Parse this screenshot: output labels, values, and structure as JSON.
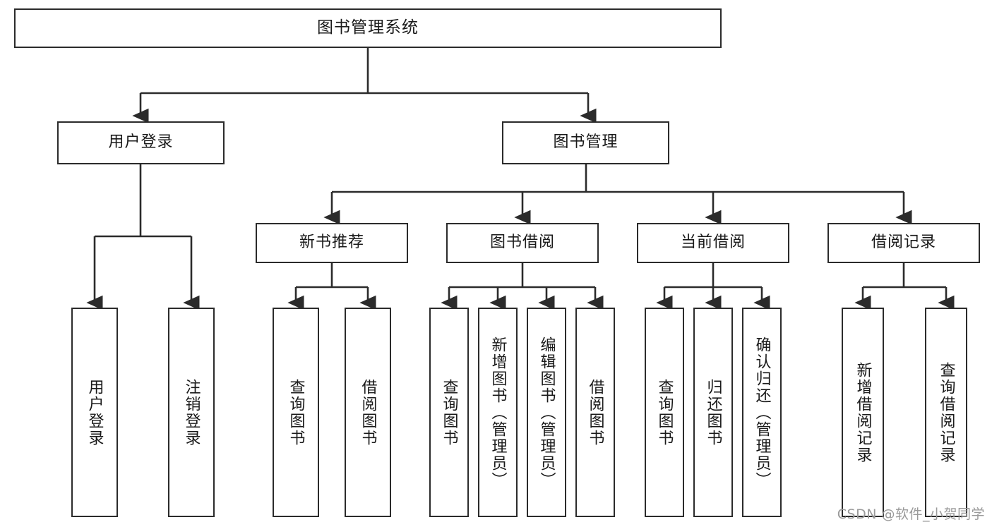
{
  "diagram": {
    "type": "tree",
    "title": "图书管理系统",
    "colors": {
      "box_border": "#2b2b2b",
      "box_fill": "#ffffff",
      "connector": "#2b2b2b",
      "text": "#1a1a1a",
      "watermark": "#9a9a9a",
      "background": "#ffffff"
    },
    "root": {
      "label": "图书管理系统"
    },
    "level2": [
      {
        "label": "用户登录"
      },
      {
        "label": "图书管理"
      }
    ],
    "level3": [
      {
        "label": "新书推荐"
      },
      {
        "label": "图书借阅"
      },
      {
        "label": "当前借阅"
      },
      {
        "label": "借阅记录"
      }
    ],
    "leaves": {
      "user_login": [
        {
          "label": "用户登录"
        },
        {
          "label": "注销登录"
        }
      ],
      "new_book_recommend": [
        {
          "label": "查询图书"
        },
        {
          "label": "借阅图书"
        }
      ],
      "book_borrow": [
        {
          "label": "查询图书"
        },
        {
          "label": "新增图书（管理员）"
        },
        {
          "label": "编辑图书（管理员）"
        },
        {
          "label": "借阅图书"
        }
      ],
      "current_borrow": [
        {
          "label": "查询图书"
        },
        {
          "label": "归还图书"
        },
        {
          "label": "确认归还（管理员）"
        }
      ],
      "borrow_records": [
        {
          "label": "新增借阅记录"
        },
        {
          "label": "查询借阅记录"
        }
      ]
    }
  },
  "watermark": {
    "text": "CSDN @软件_小贺同学"
  }
}
